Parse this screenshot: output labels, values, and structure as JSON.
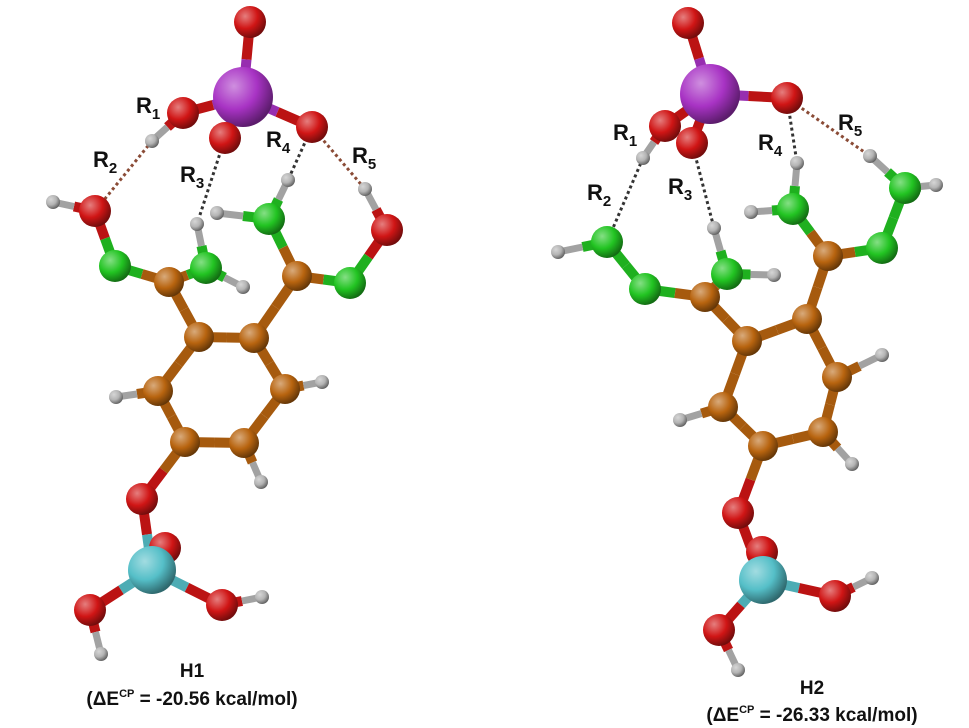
{
  "colors": {
    "oxygen": "#d01515",
    "nitrogen": "#22c422",
    "carbon": "#b8640f",
    "hydrogen": "#b4b4b4",
    "phosphorus": "#a833c4",
    "silicon": "#55bfc8",
    "hbond_r1": "#8a4b36",
    "hbond_dark": "#333333",
    "hbond_r5": "#8a4b36"
  },
  "atom_types": [
    "oxygen",
    "nitrogen",
    "carbon",
    "hydrogen",
    "phosphorus",
    "silicon"
  ],
  "labels_text": {
    "r": "R",
    "delta": "ΔE",
    "cp": "CP"
  },
  "structures": [
    {
      "id": "H1",
      "label": "H1",
      "energy_value": "-20.56 kcal/mol",
      "r_labels": [
        "1",
        "2",
        "3",
        "4",
        "5"
      ]
    },
    {
      "id": "H2",
      "label": "H2",
      "energy_value": "-26.33 kcal/mol",
      "r_labels": [
        "1",
        "2",
        "3",
        "4",
        "5"
      ]
    }
  ]
}
